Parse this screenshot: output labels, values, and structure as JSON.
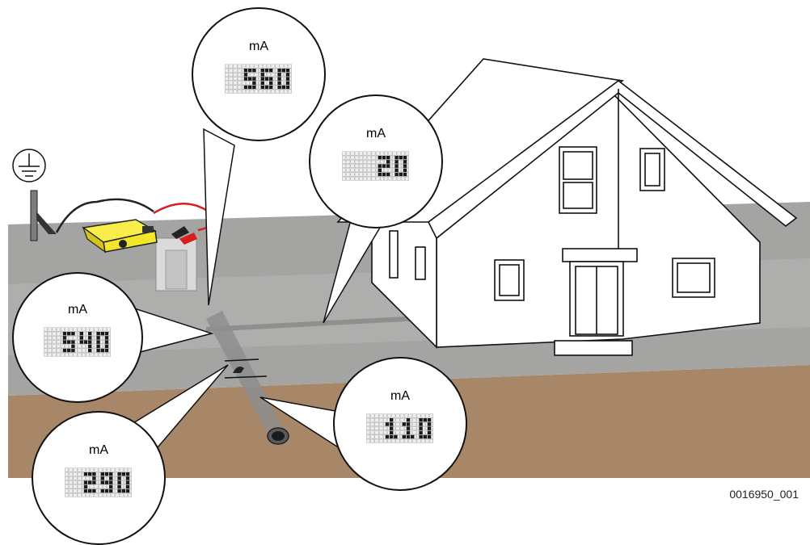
{
  "figure_id": "0016950_001",
  "colors": {
    "soil": "#a88668",
    "road": "#a4a4a3",
    "road_far": "#c0c0bf",
    "house": "#ffffff",
    "device": "#f2e52c",
    "cable_red": "#d81e1e"
  },
  "icons": [
    "ground-symbol-icon",
    "ground-rod-icon",
    "fault-locator-device-icon",
    "pipe-icon",
    "house-icon"
  ],
  "meters": [
    {
      "id": "meter-top",
      "unit": "mA",
      "value": "560",
      "digits": [
        "5",
        "6",
        "0"
      ]
    },
    {
      "id": "meter-house",
      "unit": "mA",
      "value": "20",
      "digits": [
        "2",
        "0"
      ]
    },
    {
      "id": "meter-left",
      "unit": "mA",
      "value": "540",
      "digits": [
        "5",
        "4",
        "0"
      ]
    },
    {
      "id": "meter-bottom-left",
      "unit": "mA",
      "value": "290",
      "digits": [
        "2",
        "9",
        "0"
      ]
    },
    {
      "id": "meter-bottom-right",
      "unit": "mA",
      "value": "110",
      "digits": [
        "1",
        "1",
        "0"
      ]
    }
  ]
}
